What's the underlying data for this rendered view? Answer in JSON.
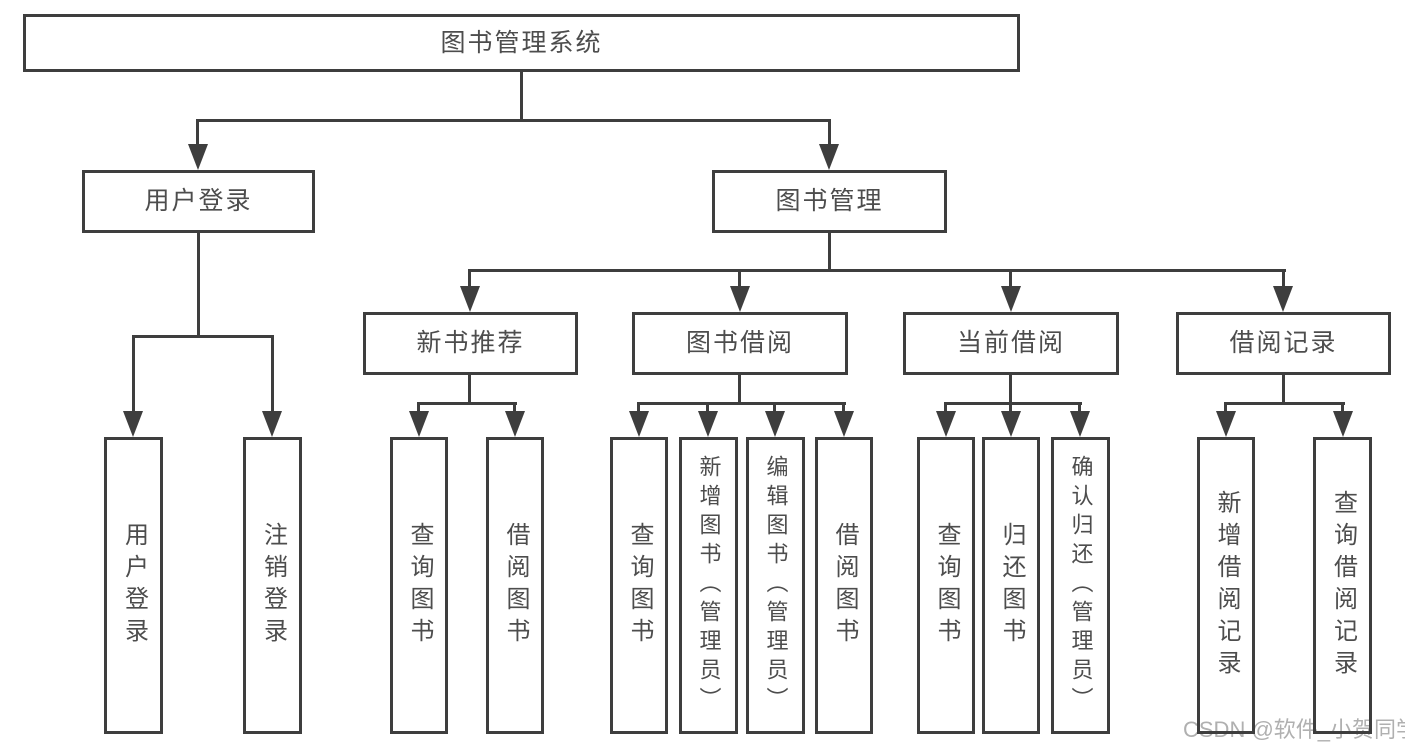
{
  "diagram_title": "图书管理系统",
  "tree": {
    "label": "图书管理系统",
    "children": [
      {
        "label": "用户登录",
        "children": [
          {
            "label": "用户登录"
          },
          {
            "label": "注销登录"
          }
        ]
      },
      {
        "label": "图书管理",
        "children": [
          {
            "label": "新书推荐",
            "children": [
              {
                "label": "查询图书"
              },
              {
                "label": "借阅图书"
              }
            ]
          },
          {
            "label": "图书借阅",
            "children": [
              {
                "label": "查询图书"
              },
              {
                "label": "新增图书（管理员）"
              },
              {
                "label": "编辑图书（管理员）"
              },
              {
                "label": "借阅图书"
              }
            ]
          },
          {
            "label": "当前借阅",
            "children": [
              {
                "label": "查询图书"
              },
              {
                "label": "归还图书"
              },
              {
                "label": "确认归还（管理员）"
              }
            ]
          },
          {
            "label": "借阅记录",
            "children": [
              {
                "label": "新增借阅记录"
              },
              {
                "label": "查询借阅记录"
              }
            ]
          }
        ]
      }
    ]
  },
  "watermark": {
    "text": "CSDN @软件_小贺同学"
  },
  "colors": {
    "line": "#3e3e3e",
    "text": "#4d4d4d",
    "watermark": "#b0b0b0",
    "background": "#ffffff"
  }
}
